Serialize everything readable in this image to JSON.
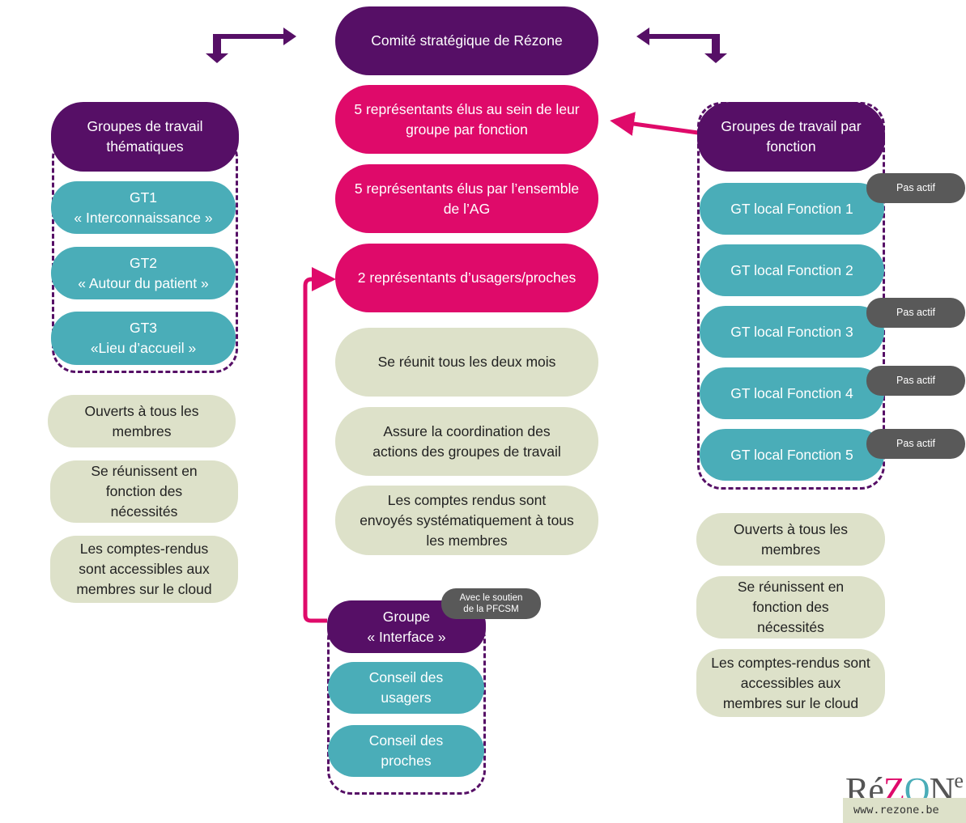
{
  "center": {
    "title": "Comité stratégique de Rézone",
    "rep_group": "5 représentants élus au sein de leur groupe par fonction",
    "rep_ag": "5 représentants élus par l’ensemble de l’AG",
    "rep_users": "2 représentants d’usagers/proches",
    "facts": [
      "Se réunit tous les deux mois",
      "Assure la coordination des actions des groupes de travail",
      "Les comptes rendus sont envoyés systématiquement à tous les membres"
    ]
  },
  "left": {
    "title": "Groupes de travail thématiques",
    "groups": [
      "GT1\n« Interconnaissance »",
      "GT2\n« Autour du patient »",
      "GT3\n«Lieu d’accueil »"
    ],
    "facts": [
      "Ouverts à tous les membres",
      "Se réunissent en fonction des nécessités",
      "Les comptes-rendus sont accessibles aux membres sur le cloud"
    ]
  },
  "right": {
    "title": "Groupes de travail par fonction",
    "groups": [
      "GT local Fonction 1",
      "GT local Fonction 2",
      "GT local Fonction 3",
      "GT local Fonction 4",
      "GT local Fonction 5"
    ],
    "inactive_label": "Pas actif",
    "facts": [
      "Ouverts à tous les membres",
      "Se réunissent en fonction des nécessités",
      "Les comptes-rendus sont accessibles aux membres sur le cloud"
    ]
  },
  "interface": {
    "title": "Groupe\n« Interface »",
    "support_tag": "Avec le soutien\nde la PFCSM",
    "groups": [
      "Conseil des usagers",
      "Conseil des proches"
    ]
  },
  "logo": {
    "text_re": "Ré",
    "text_z": "Z",
    "text_o": "O",
    "text_n": "N",
    "text_e": "e",
    "url": "www.rezone.be"
  },
  "colors": {
    "dark_purple": "#560f66",
    "magenta": "#df0a6a",
    "teal": "#4aadb8",
    "sage": "#dde1c9",
    "tag_grey": "#595959"
  }
}
